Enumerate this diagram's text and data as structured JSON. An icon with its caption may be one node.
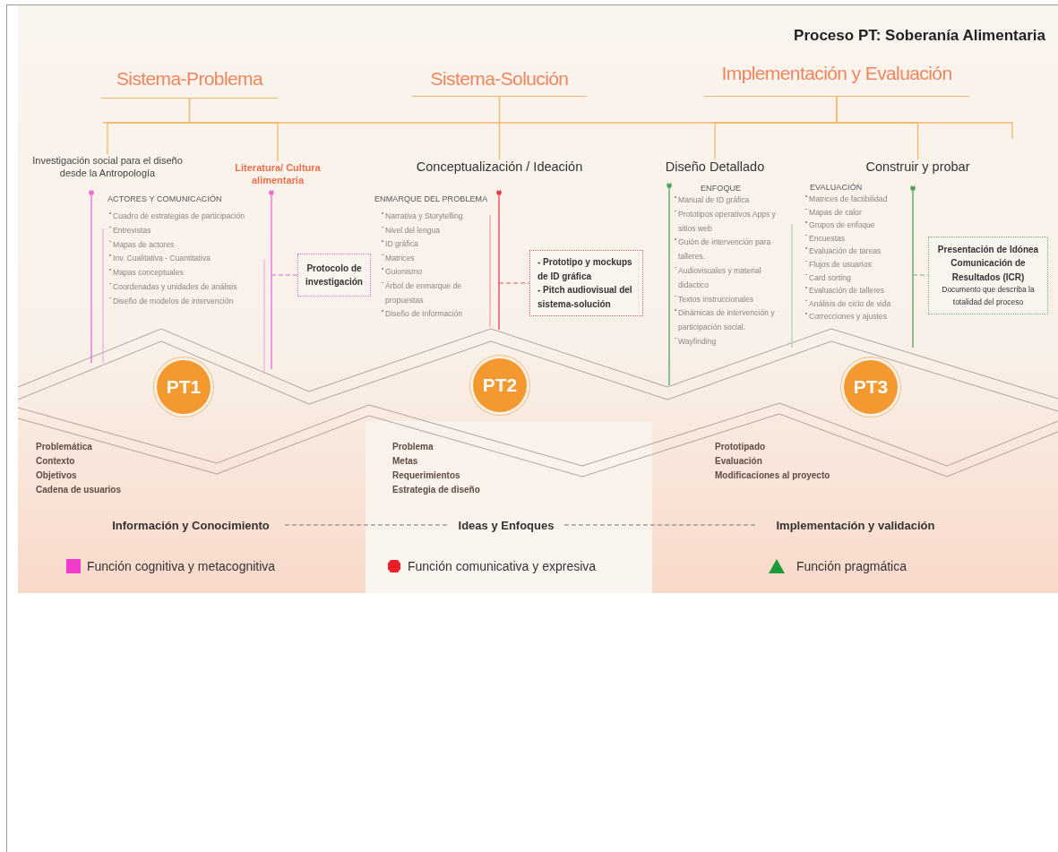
{
  "diagram": {
    "title": "Proceso PT: Soberanía Alimentaria",
    "nodes": [
      {
        "text": [
          "Sistema-Problema"
        ]
      },
      {
        "text": [
          "Sistema-Solución"
        ]
      },
      {
        "text": [
          "Implementación y Evaluación"
        ]
      },
      {
        "text": [
          "Investigación social para el diseño desde la Antropología"
        ]
      },
      {
        "text": [
          "Literatura/ Cultura alimentaria"
        ]
      },
      {
        "text": [
          "Conceptualización / Ideación"
        ]
      },
      {
        "text": [
          "Diseño Detallado"
        ]
      },
      {
        "text": [
          "Construir y probar"
        ]
      },
      {
        "text": [
          "Protocolo de investigación"
        ]
      },
      {
        "text": [
          "- Prototipo y mockups de ID gráfica",
          "- Pitch audiovisual del sistema-solución"
        ]
      },
      {
        "text": [
          "Presentación de Idónea Comunicación de Resultados (ICR)",
          "Documento que describa la totalidad del proceso"
        ]
      },
      {
        "text": [
          "PT1"
        ]
      },
      {
        "text": [
          "PT2"
        ]
      },
      {
        "text": [
          "PT3"
        ]
      },
      {
        "text": [
          "Información y Conocimiento"
        ]
      },
      {
        "text": [
          "Ideas y Enfoques"
        ]
      },
      {
        "text": [
          "Implementación y validación"
        ]
      }
    ],
    "edges": [
      {
        "from": 0,
        "to": 3,
        "arrow": "none"
      },
      {
        "from": 0,
        "to": 4,
        "arrow": "none"
      },
      {
        "from": 1,
        "to": 5,
        "arrow": "none"
      },
      {
        "from": 2,
        "to": 6,
        "arrow": "none"
      },
      {
        "from": 2,
        "to": 7,
        "arrow": "none"
      },
      {
        "from": null,
        "to": 8,
        "arrow": "none",
        "style": "dashed",
        "color": "#e070c8"
      },
      {
        "from": null,
        "to": 9,
        "arrow": "none",
        "style": "dashed",
        "color": "#d9606a"
      },
      {
        "from": null,
        "to": 10,
        "arrow": "none",
        "style": "dashed",
        "color": "#6cb06c"
      },
      {
        "from": 14,
        "to": 15,
        "arrow": "none",
        "style": "dashed",
        "color": "#777777"
      },
      {
        "from": 15,
        "to": 16,
        "arrow": "none",
        "style": "dashed",
        "color": "#777777"
      }
    ],
    "labels": [
      "ACTORES Y COMUNICACIÓN",
      "Cuadro de estrategias de participación",
      "Entrevistas",
      "Mapas de actores",
      "Inv. Cualitativa - Cuantitativa",
      "Mapas conceptuales",
      "Coordenadas y unidades de análisis",
      "Diseño de modelos de intervención",
      "ENMARQUE DEL PROBLEMA",
      "Narrativa y Storytelling",
      "Nivel del lengua",
      "ID gráfica",
      "Matrices",
      "Guionismo",
      "Árbol de enmarque de propuestas",
      "Diseño de Información",
      "ENFOQUE",
      "Manual de ID gráfica",
      "Prototipos operativos Apps y sitios web",
      "Guión de intervención para talleres.",
      "Audiovisuales y material didactico",
      "Textos instruccionales",
      "Dinámicas de intervención y participación social.",
      "Wayfinding",
      "EVALUACIÓN",
      "Matrices de factibilidad",
      "Mapas de calor",
      "Grupos de enfoque",
      "Encuestas",
      "Evaluación de tareas",
      "Flujos de usuarios",
      "Card sorting",
      "Evaluación de talleres",
      "Análisis de ciclo de vida",
      "Correcciones y ajustes",
      "Problemática",
      "Contexto",
      "Objetivos",
      "Cadena de usuarios",
      "Problema",
      "Metas",
      "Requerimientos",
      "Estrategia de diseño",
      "Prototipado",
      "Evaluación",
      "Modificaciones al proyecto"
    ],
    "legend": [
      {
        "text": "Función cognitiva y metacognitiva",
        "color": "#f03cc8"
      },
      {
        "text": "Función comunicativa y expresiva",
        "color": "#e8202a"
      },
      {
        "text": "Función pragmática",
        "color": "#1f9a3a"
      }
    ]
  }
}
